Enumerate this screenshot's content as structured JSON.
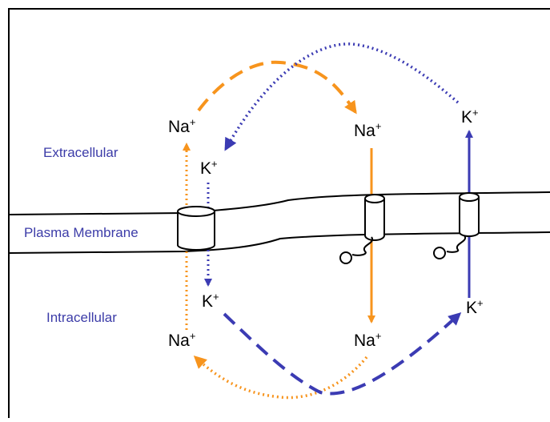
{
  "regions": {
    "extracellular": "Extracellular",
    "membrane": "Plasma Membrane",
    "intracellular": "Intracellular"
  },
  "ions": {
    "na_symbol": "Na",
    "k_symbol": "K",
    "charge": "+"
  },
  "colors": {
    "sodium": "#f7941d",
    "potassium": "#3b3bb3",
    "region_label": "#3c3ca8",
    "membrane_line": "#000000"
  }
}
